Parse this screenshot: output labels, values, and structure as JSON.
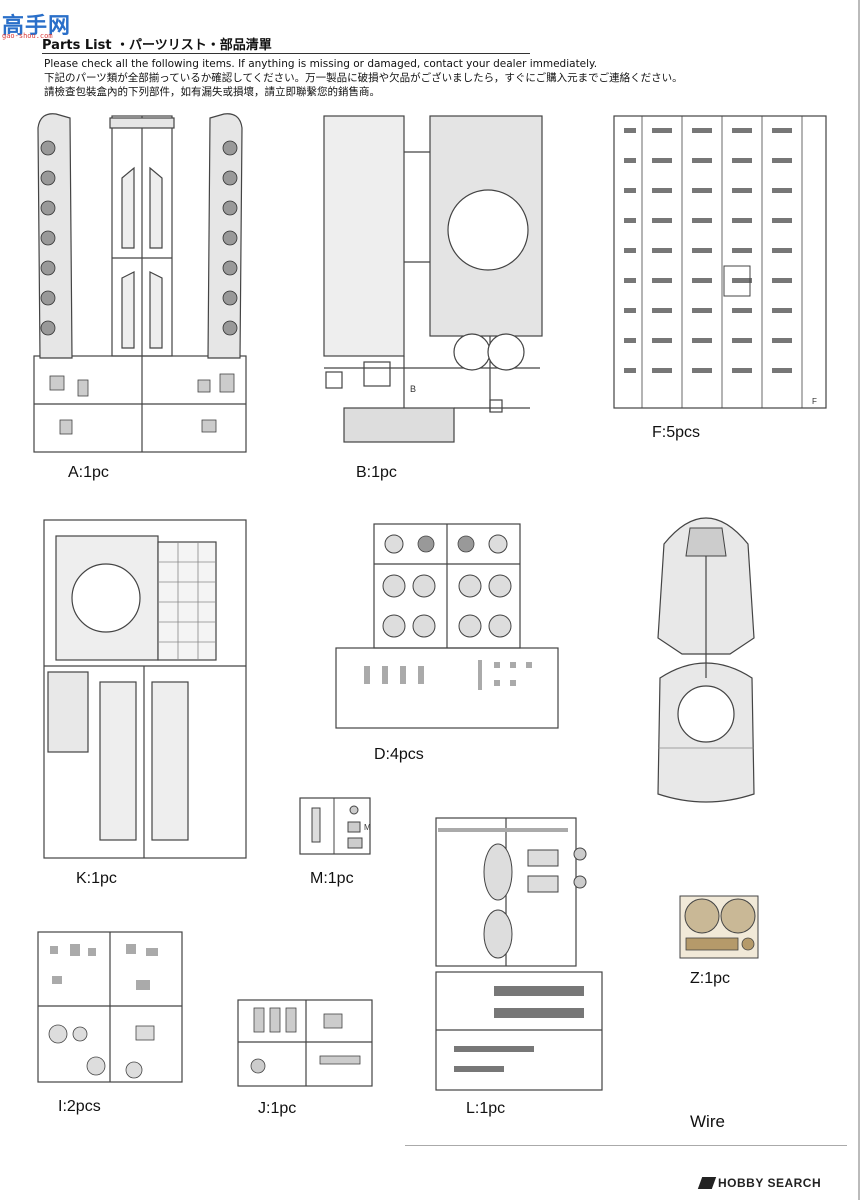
{
  "watermark": {
    "chinese": "高手网",
    "url": "gao-shou.com"
  },
  "header": {
    "title": "Parts List ・パーツリスト・部品清單",
    "notice_en": "Please check all the following items. If anything is missing or damaged, contact your dealer immediately.",
    "notice_jp": "下記のパーツ類が全部揃っているか確認してください。万一製品に破損や欠品がございましたら，すぐにご購入元までご連絡ください。",
    "notice_zh": "請檢查包裝盒內的下列部件，如有漏失或損壞，請立即聯繫您的銷售商。"
  },
  "parts": [
    {
      "id": "A",
      "label": "A:1pc"
    },
    {
      "id": "B",
      "label": "B:1pc"
    },
    {
      "id": "F",
      "label": "F:5pcs"
    },
    {
      "id": "K",
      "label": "K:1pc"
    },
    {
      "id": "D",
      "label": "D:4pcs"
    },
    {
      "id": "hull",
      "label": ""
    },
    {
      "id": "M",
      "label": "M:1pc"
    },
    {
      "id": "L",
      "label": "L:1pc"
    },
    {
      "id": "Z",
      "label": "Z:1pc"
    },
    {
      "id": "I",
      "label": "I:2pcs"
    },
    {
      "id": "J",
      "label": "J:1pc"
    },
    {
      "id": "Wire",
      "label": "Wire"
    }
  ],
  "sprue_letters": {
    "B": "B",
    "F": "F",
    "M": "M"
  },
  "footer": {
    "brand": "HOBBY SEARCH"
  },
  "colors": {
    "line": "#444444",
    "fill": "#e6e6e6",
    "dark": "#888888",
    "photoetch": "#b59a6a"
  }
}
